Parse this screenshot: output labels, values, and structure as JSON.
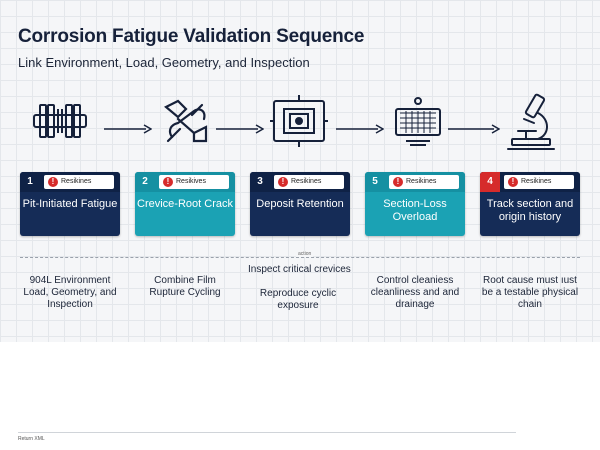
{
  "header": {
    "title": "Corrosion Fatigue Validation Sequence",
    "subtitle": "Link Environment, Load, Geometry, and Inspection"
  },
  "colors": {
    "navy": "#152c57",
    "teal": "#1ba2b4",
    "red": "#d62b2b",
    "text": "#16213a"
  },
  "icons": [
    "flange-coupling-icon",
    "broken-link-icon",
    "gauge-panel-icon",
    "grid-monitor-icon",
    "microscope-icon"
  ],
  "stages": [
    {
      "num": "1",
      "badge": "Resikines",
      "label": "Pit-Initiated Fatigue",
      "theme": "navy"
    },
    {
      "num": "2",
      "badge": "Resikives",
      "label": "Crevice-Root Crack",
      "theme": "teal"
    },
    {
      "num": "3",
      "badge": "Resikines",
      "label": "Deposit Retention",
      "theme": "navy"
    },
    {
      "num": "5",
      "badge": "Resikines",
      "label": "Section-Loss Overload",
      "theme": "teal"
    },
    {
      "num": "4",
      "badge": "Resikines",
      "label": "Track section and origin history",
      "theme": "navy"
    }
  ],
  "divider_label": "action",
  "middle_note": "Inspect critical crevices",
  "notes": [
    "904L Environment Load, Geometry, and Inspection",
    "Combine Film Rupture Cycling",
    "Reproduce cyclic exposure",
    "Control cleaniess cleanliness and and drainage",
    "Root cause must ıust be a testable physical chain"
  ],
  "footer": "Return XML"
}
